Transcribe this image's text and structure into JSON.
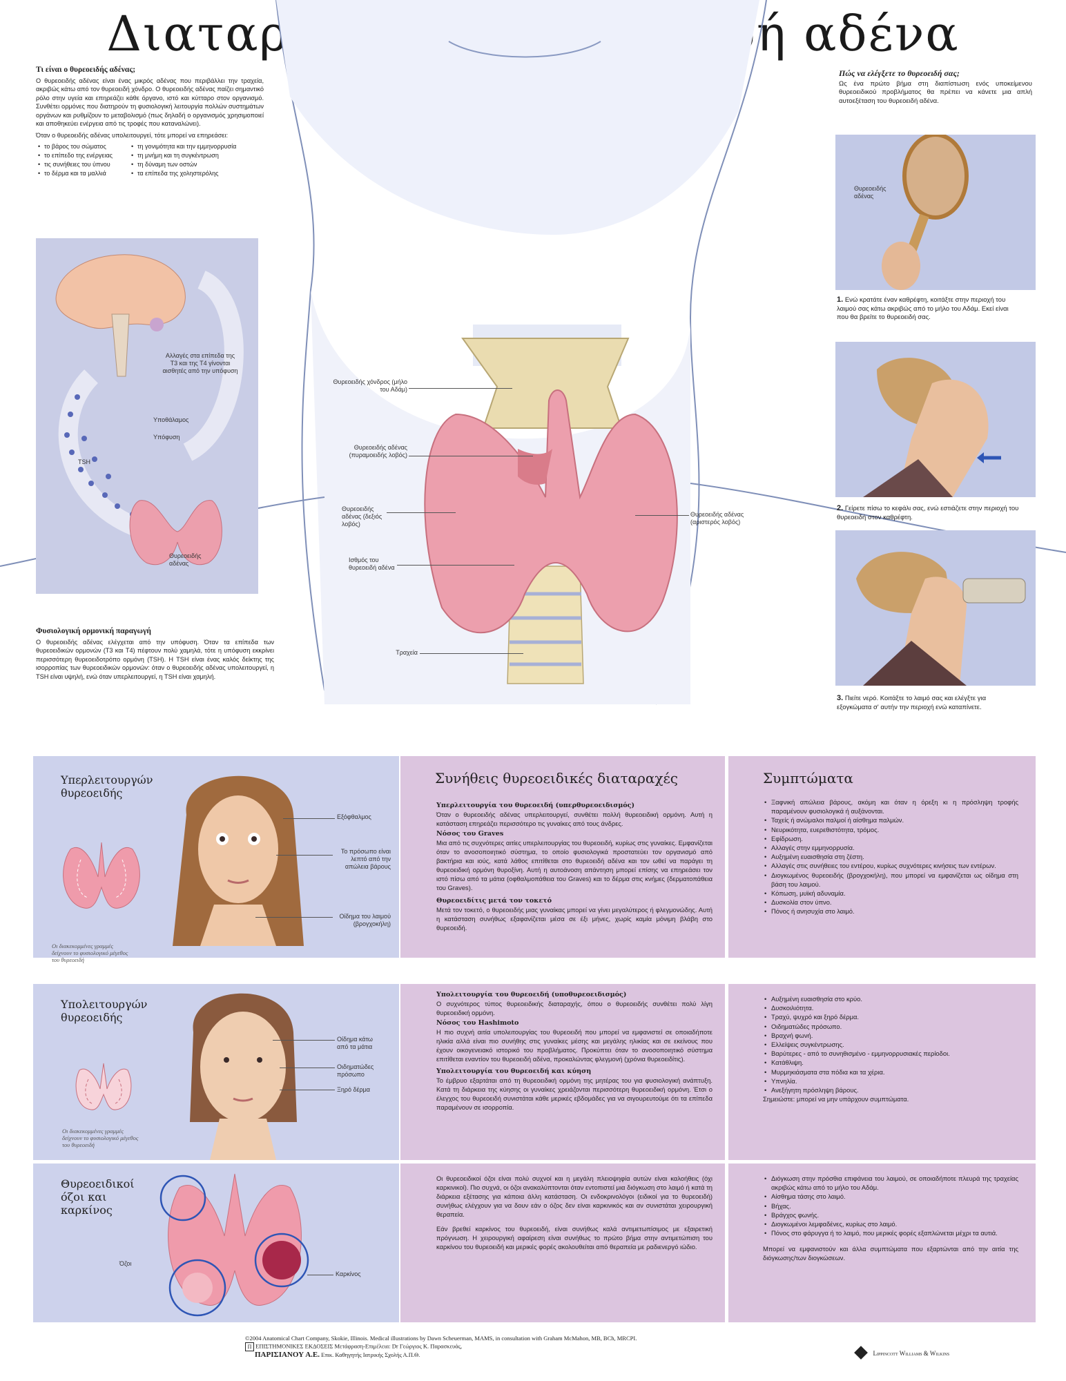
{
  "title": "Διαταραχές του θυρεοειδή αδένα",
  "intro": {
    "heading": "Τι είναι ο θυρεοειδής αδένας;",
    "para1": "Ο θυρεοειδής αδένας είναι ένας μικρός αδένας που περιβάλλει την τραχεία, ακριβώς κάτω από τον θυρεοειδή χόνδρο. Ο θυρεοειδής αδένας παίζει σημαντικό ρόλο στην υγεία και επηρεάζει κάθε όργανο, ιστό και κύτταρο στον οργανισμό. Συνθέτει ορμόνες που διατηρούν τη φυσιολογική λειτουργία πολλών συστημάτων οργάνων και ρυθμίζουν το μεταβολισμό (πως δηλαδή ο οργανισμός χρησιμοποιεί και αποθηκεύει ενέργεια από τις τροφές που καταναλώνει).",
    "para2": "Όταν ο θυρεοειδής αδένας υπολειτουργεί, τότε μπορεί να επηρεάσει:",
    "bullets_left": [
      "το βάρος του σώματος",
      "το επίπεδο της ενέργειας",
      "τις συνήθειες του ύπνου",
      "το δέρμα και τα μαλλιά"
    ],
    "bullets_right": [
      "τη γονιμότητα και την εμμηνορρυσία",
      "τη μνήμη και τη συγκέντρωση",
      "τη δύναμη των οστών",
      "τα επίπεδα της χοληστερόλης"
    ]
  },
  "feedback": {
    "labels": [
      "Αλλαγές στα επίπεδα της T3 και της T4 γίνονται αισθητές από την υπόφυση",
      "Υποθάλαμος",
      "Υπόφυση",
      "TSH",
      "Θυρεοειδής αδένας"
    ]
  },
  "physiology": {
    "heading": "Φυσιολογική ορμονική παραγωγή",
    "text": "Ο θυρεοειδής αδένας ελέγχεται από την υπόφυση. Όταν τα επίπεδα των θυρεοειδικών ορμονών (T3 και T4) πέφτουν πολύ χαμηλά, τότε η υπόφυση εκκρίνει περισσότερη θυρεοειδοτρόπο ορμόνη (TSH). Η TSH είναι ένας καλός δείκτης της ισορροπίας των θυρεοειδικών ορμονών: όταν ο θυρεοειδής αδένας υπολειτουργεί, η TSH είναι υψηλή, ενώ όταν υπερλειτουργεί, η TSH είναι χαμηλή."
  },
  "neck_labels": {
    "cartilage": "Θυρεοειδής χόνδρος (μήλο του Αδάμ)",
    "pyramidal": "Θυρεοειδής αδένας (πυραμοειδής λοβός)",
    "right_lobe": "Θυρεοειδής αδένας (δεξιός λοβός)",
    "isthmus": "Ισθμός του θυρεοειδή αδένα",
    "trachea": "Τραχεία",
    "left_lobe": "Θυρεοειδής αδένας (αριστερός λοβός)"
  },
  "self_check": {
    "heading": "Πώς να ελέγξετε το θυρεοειδή σας;",
    "text": "Ως ένα πρώτο βήμα στη διαπίστωση ενός υποκείμενου θυρεοειδικού προβλήματος θα πρέπει να κάνετε μια απλή αυτοεξέταση του θυρεοειδή αδένα.",
    "mirror_label": "Θυρεοειδής αδένας",
    "step1_num": "1.",
    "step1": "Ενώ κρατάτε έναν καθρέφτη, κοιτάξτε στην περιοχή του λαιμού σας κάτω ακριβώς από το μήλο του Αδάμ. Εκεί είναι που θα βρείτε το θυρεοειδή σας.",
    "step2_num": "2.",
    "step2": "Γείρετε πίσω το κεφάλι σας, ενώ εστιάζετε στην περιοχή του θυρεοειδή στον καθρέφτη.",
    "step3_num": "3.",
    "step3": "Πιείτε νερό. Κοιτάξτε το λαιμό σας και ελέγξτε για εξογκώματα σ' αυτήν την περιοχή ενώ καταπίνετε."
  },
  "headers": {
    "disorders": "Συνήθεις θυρεοειδικές διαταραχές",
    "symptoms": "Συμπτώματα"
  },
  "hyper": {
    "title": "Υπερλειτουργών θυρεοειδής",
    "labels": [
      "Εξόφθαλμος",
      "Το πρόσωπο είναι λεπτό από την απώλεια βάρους",
      "Οίδημα του λαιμού (βρογχοκήλη)"
    ],
    "note": "Οι διακεκομμένες γραμμές δείχνουν το φυσιολογικό μέγεθος του θυρεοειδή",
    "h1": "Υπερλειτουργία του θυρεοειδή (υπερθυρεοειδισμός)",
    "p1": "Όταν ο θυρεοειδής αδένας υπερλειτουργεί, συνθέτει πολλή θυρεοειδική ορμόνη. Αυτή η κατάσταση επηρεάζει περισσότερο τις γυναίκες από τους άνδρες.",
    "h2": "Νόσος του Graves",
    "p2": "Μια από τις συχνότερες αιτίες υπερλειτουργίας του θυρεοειδή, κυρίως στις γυναίκες. Εμφανίζεται όταν το ανοσοποιητικό σύστημα, το οποίο φυσιολογικά προστατεύει τον οργανισμό από βακτήρια και ιούς, κατά λάθος επιτίθεται στο θυρεοειδή αδένα και τον ωθεί να παράγει τη θυρεοειδική ορμόνη θυροξίνη. Αυτή η αυτοάνοση απάντηση μπορεί επίσης να επηρεάσει τον ιστό πίσω από τα μάτια (οφθαλμοπάθεια του Graves) και το δέρμα στις κνήμες (δερματοπάθεια του Graves).",
    "h3": "Θυρεοειδίτις μετά τον τοκετό",
    "p3": "Μετά τον τοκετό, ο θυρεοειδής μιας γυναίκας μπορεί να γίνει μεγαλύτερος ή φλεγμονώδης. Αυτή η κατάσταση συνήθως εξαφανίζεται μέσα σε έξι μήνες, χωρίς καμία μόνιμη βλάβη στο θυρεοειδή.",
    "symptoms": [
      "Ξαφνική απώλεια βάρους, ακόμη και όταν η όρεξη κι η πρόσληψη τροφής παραμένουν φυσιολογικά ή αυξάνονται.",
      "Ταχείς ή ανώμαλοι παλμοί ή αίσθημα παλμών.",
      "Νευρικότητα, ευερεθιστότητα, τρόμος.",
      "Εφίδρωση.",
      "Αλλαγές στην εμμηνορρυσία.",
      "Αυξημένη ευαισθησία στη ζέστη.",
      "Αλλαγές στις συνήθειες του εντέρου, κυρίως συχνότερες κινήσεις των εντέρων.",
      "Διογκωμένος θυρεοειδής (βρογχοκήλη), που μπορεί να εμφανίζεται ως οίδημα στη βάση του λαιμού.",
      "Κόπωση, μυϊκή αδυναμία.",
      "Δυσκολία στον ύπνο.",
      "Πόνος ή ανησυχία στο λαιμό."
    ]
  },
  "hypo": {
    "title": "Υπολειτουργών θυρεοειδής",
    "labels": [
      "Οίδημα κάτω από τα μάτια",
      "Οιδηματώδες πρόσωπο",
      "Ξηρό δέρμα"
    ],
    "note": "Οι διακεκομμένες γραμμές δείχνουν το φυσιολογικό μέγεθος του θυρεοειδή",
    "h1": "Υπολειτουργία του θυρεοειδή (υποθυρεοειδισμός)",
    "p1": "Ο συχνότερος τύπος θυρεοειδικής διαταραχής, όπου ο θυρεοειδής συνθέτει πολύ λίγη θυρεοειδική ορμόνη.",
    "h2": "Νόσος του Hashimoto",
    "p2": "Η πιο συχνή αιτία υπολειτουργίας του θυρεοειδή που μπορεί να εμφανιστεί σε οποιαδήποτε ηλικία αλλά είναι πιο συνήθης στις γυναίκες μέσης και μεγάλης ηλικίας και σε εκείνους που έχουν οικογενειακό ιστορικό του προβλήματος. Προκύπτει όταν το ανοσοποιητικό σύστημα επιτίθεται εναντίον του θυρεοειδή αδένα, προκαλώντας φλεγμονή (χρόνια θυρεοειδίτις).",
    "h3": "Υπολειτουργία του θυρεοειδή και κύηση",
    "p3": "Το έμβρυο εξαρτάται από τη θυρεοειδική ορμόνη της μητέρας του για φυσιολογική ανάπτυξη. Κατά τη διάρκεια της κύησης οι γυναίκες χρειάζονται περισσότερη θυρεοειδική ορμόνη. Έτσι ο έλεγχος του θυρεοειδή συνιστάται κάθε μερικές εβδομάδες για να σιγουρευτούμε ότι τα επίπεδα παραμένουν σε ισορροπία.",
    "symptoms": [
      "Αυξημένη ευαισθησία στο κρύο.",
      "Δυσκοιλιότητα.",
      "Τραχύ, ψυχρό και ξηρό δέρμα.",
      "Οιδηματώδες πρόσωπο.",
      "Βραχνή φωνή.",
      "Ελλείψεις συγκέντρωσης.",
      "Βαρύτερες - από το συνηθισμένο - εμμηνορρυσιακές περίοδοι.",
      "Κατάθλιψη.",
      "Μυρμηκιάσματα στα πόδια και τα χέρια.",
      "Υπνηλία.",
      "Ανεξήγητη πρόσληψη βάρους."
    ],
    "symptoms_note": "Σημειώστε: μπορεί να μην υπάρχουν συμπτώματα."
  },
  "nodules": {
    "title": "Θυρεοειδικοί όζοι και καρκίνος",
    "label_nodules": "Όζοι",
    "label_cancer": "Καρκίνος",
    "p1": "Οι θυρεοειδικοί όζοι είναι πολύ συχνοί και η μεγάλη πλειοψηφία αυτών είναι καλοήθεις (όχι καρκινικοί). Πιο συχνά, οι όζοι ανακαλύπτονται όταν εντοπιστεί μια διόγκωση στο λαιμό ή κατά τη διάρκεια εξέτασης για κάποια άλλη κατάσταση. Οι ενδοκρινολόγοι (ειδικοί για το θυρεοειδή) συνήθως ελέγχουν για να δουν εάν ο όζος δεν είναι καρκινικός και αν συνιστάται χειρουργική θεραπεία.",
    "p2": "Εάν βρεθεί καρκίνος του θυρεοειδή, είναι συνήθως καλά αντιμετωπίσιμος με εξαιρετική πρόγνωση. Η χειρουργική αφαίρεση είναι συνήθως το πρώτο βήμα στην αντιμετώπιση του καρκίνου του θυρεοειδή και μερικές φορές ακολουθείται από θεραπεία με ραδιενεργό ιώδιο.",
    "symptoms": [
      "Διόγκωση στην πρόσθια επιφάνεια του λαιμού, σε οποιαδήποτε πλευρά της τραχείας ακριβώς κάτω από το μήλο του Αδάμ.",
      "Αίσθημα τάσης στο λαιμό.",
      "Βήχας.",
      "Βράγχος φωνής.",
      "Διογκωμένοι λεμφαδένες, κυρίως στο λαιμό.",
      "Πόνος στο φάρυγγα ή το λαιμό, που μερικές φορές εξαπλώνεται μέχρι τα αυτιά."
    ],
    "symptoms_note": "Μπορεί να εμφανιστούν και άλλα συμπτώματα που εξαρτώνται από την αιτία της διόγκωσης/των διογκώσεων."
  },
  "footer": {
    "line1": "©2004 Anatomical Chart Company, Skokie, Illinois. Medical illustrations by Dawn Scheuerman, MAMS, in consultation with Graham McMahon, MB, BCh, MRCPI.",
    "line2": "ΕΠΙΣΤΗΜΟΝΙΚΕΣ ΕΚΔΟΣΕΙΣ  Μετάφραση-Επιμέλεια: Dr Γεώργιος Κ. Παρασκευάς,",
    "publisher": "ΠΑΡΙΣΙΑΝΟΥ Α.Ε.",
    "line3": "Επικ. Καθηγητής Ιατρικής Σχολής Α.Π.Θ.",
    "brand": "Lippincott Williams & Wilkins"
  }
}
